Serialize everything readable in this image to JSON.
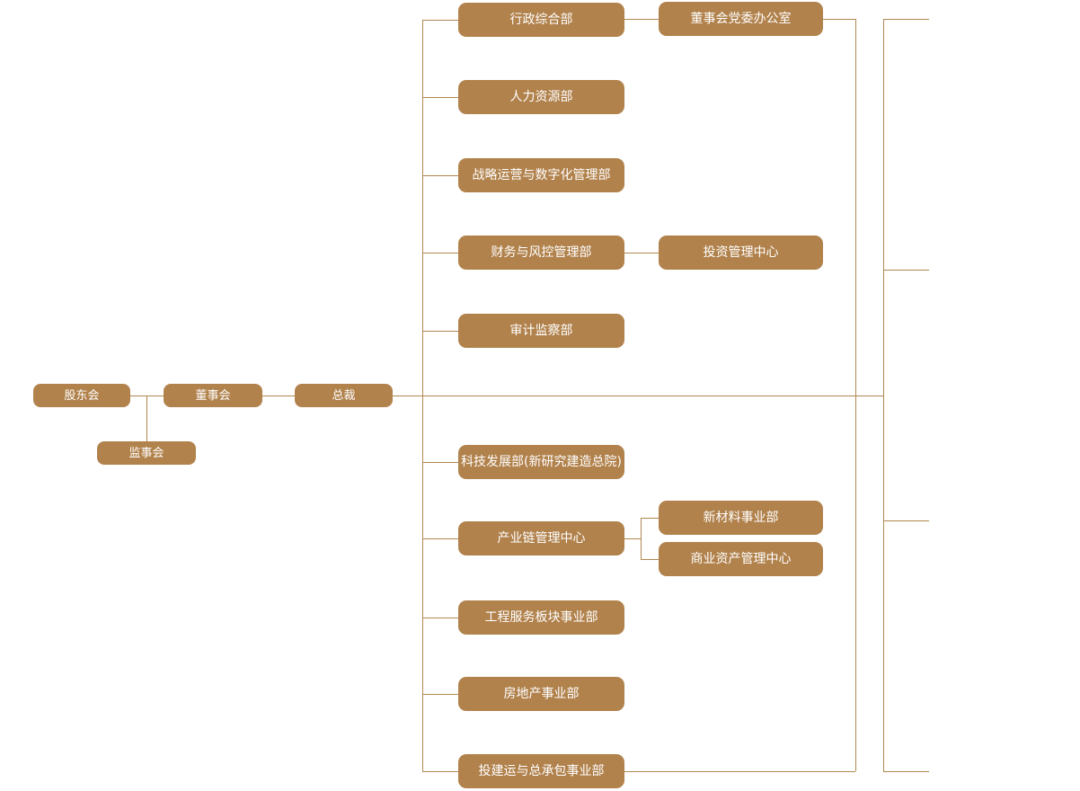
{
  "diagram": {
    "type": "org-chart",
    "language": "zh-CN",
    "accent_color": "#B1824C",
    "line_color": "#B1874F",
    "text_color": "#FFFFFF",
    "background_color": "#FFFFFF",
    "nodes": {
      "shareholders": "股东会",
      "board": "董事会",
      "president": "总裁",
      "supervisory": "监事会",
      "admin": "行政综合部",
      "hr": "人力资源部",
      "strategy": "战略运营与数字化管理部",
      "finance": "财务与风控管理部",
      "audit": "审计监察部",
      "tech": "科技发展部(新研究建造总院)",
      "industry_chain": "产业链管理中心",
      "engineering": "工程服务板块事业部",
      "real_estate": "房地产事业部",
      "epc": "投建运与总承包事业部",
      "board_party_office": "董事会党委办公室",
      "investment": "投资管理中心",
      "new_materials": "新材料事业部",
      "commercial_assets": "商业资产管理中心"
    },
    "hierarchy": {
      "股东会": [
        "董事会",
        "监事会"
      ],
      "董事会": [
        "总裁"
      ],
      "总裁": [
        "行政综合部",
        "人力资源部",
        "战略运营与数字化管理部",
        "财务与风控管理部",
        "审计监察部",
        "科技发展部(新研究建造总院)",
        "产业链管理中心",
        "工程服务板块事业部",
        "房地产事业部",
        "投建运与总承包事业部"
      ],
      "行政综合部": [
        "董事会党委办公室"
      ],
      "财务与风控管理部": [
        "投资管理中心"
      ],
      "产业链管理中心": [
        "新材料事业部",
        "商业资产管理中心"
      ]
    }
  }
}
